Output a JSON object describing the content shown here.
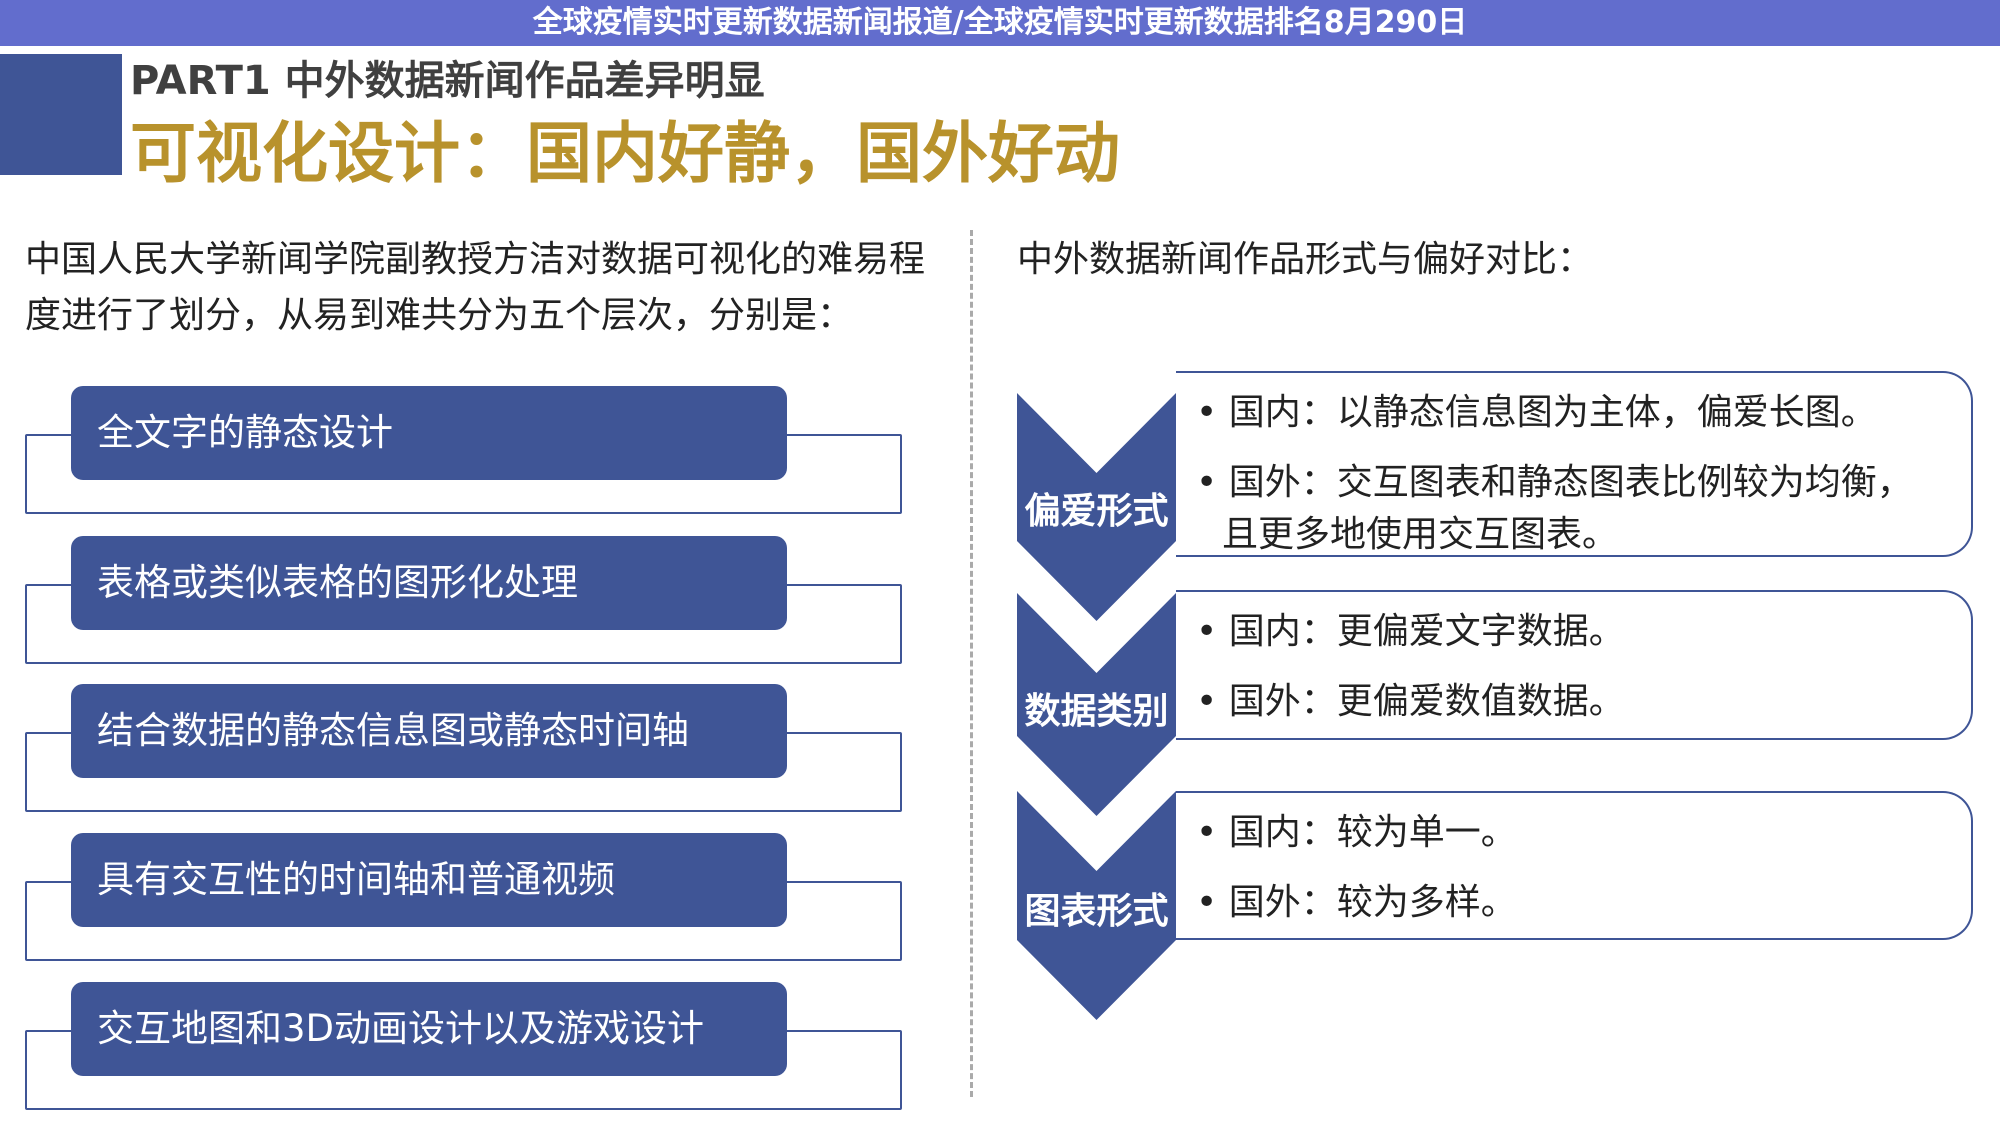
{
  "header": {
    "part": "PART1 中外数据新闻作品差异明显",
    "title": "可视化设计：国内好静，国外好动"
  },
  "left": {
    "intro": "中国人民大学新闻学院副教授方洁对数据可视化的难易程度进行了划分，从易到难共分为五个层次，分别是：",
    "levels": [
      "全文字的静态设计",
      "表格或类似表格的图形化处理",
      "结合数据的静态信息图或静态时间轴",
      "具有交互性的时间轴和普通视频",
      "交互地图和3D动画设计以及游戏设计"
    ]
  },
  "right": {
    "heading": "中外数据新闻作品形式与偏好对比：",
    "rows": [
      {
        "label": "偏爱形式",
        "bullets": [
          "国内：以静态信息图为主体，偏爱长图。",
          "国外：交互图表和静态图表比例较为均衡，",
          "且更多地使用交互图表。"
        ]
      },
      {
        "label": "数据类别",
        "bullets": [
          "国内：更偏爱文字数据。",
          "国外：更偏爱数值数据。"
        ]
      },
      {
        "label": "图表形式",
        "bullets": [
          "国内：较为单一。",
          "国外：较为多样。"
        ]
      }
    ]
  },
  "banner": {
    "text": "全球疫情实时更新数据新闻报道/全球疫情实时更新数据排名8月290日"
  },
  "colors": {
    "primary": "#3f5596",
    "gold": "#b8922c",
    "banner": "#4654c4"
  }
}
